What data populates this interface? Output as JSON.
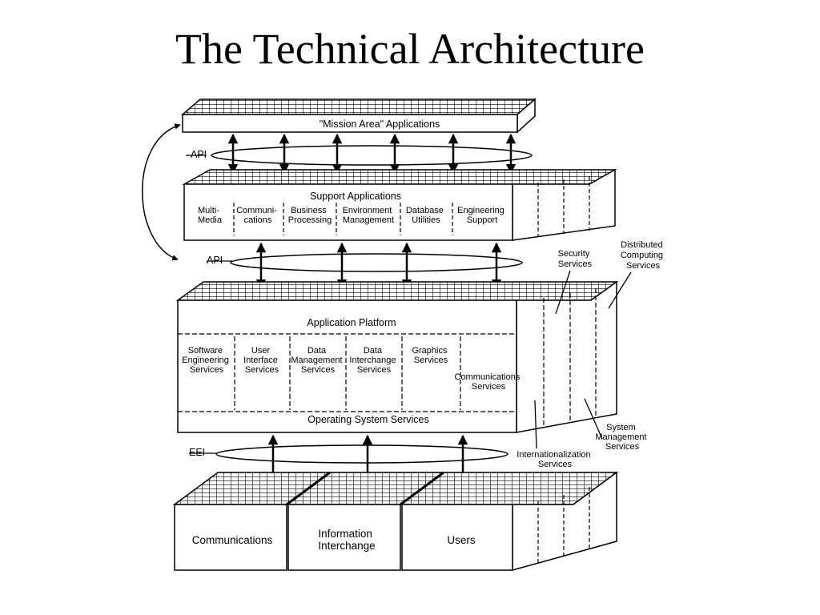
{
  "title": "The Technical Architecture",
  "diagram": {
    "mission_area": "\"Mission Area\" Applications",
    "api_top": "API",
    "support_title": "Support Applications",
    "support_items": [
      [
        "Multi-",
        "Media"
      ],
      [
        "Communi-",
        "cations"
      ],
      [
        "Business",
        "Processing"
      ],
      [
        "Environment",
        "Management"
      ],
      [
        "Database",
        "Utilities"
      ],
      [
        "Engineering",
        "Support"
      ]
    ],
    "api_mid": "API",
    "platform_title": "Application Platform",
    "platform_items": [
      [
        "Software",
        "Engineering",
        "Services"
      ],
      [
        "User",
        "Interface",
        "Services"
      ],
      [
        "Data",
        "Management",
        "Services"
      ],
      [
        "Data",
        "Interchange",
        "Services"
      ],
      [
        "Graphics",
        "Services"
      ],
      [
        "Communications",
        "Services"
      ]
    ],
    "os_services": "Operating System Services",
    "eei": "EEI",
    "security": [
      "Security",
      "Services"
    ],
    "distributed": [
      "Distributed",
      "Computing",
      "Services"
    ],
    "system_mgmt": [
      "System",
      "Management",
      "Services"
    ],
    "i18n": [
      "Internationalization",
      "Services"
    ],
    "externals": [
      [
        "Communications"
      ],
      [
        "Information",
        "Interchange"
      ],
      [
        "Users"
      ]
    ]
  }
}
